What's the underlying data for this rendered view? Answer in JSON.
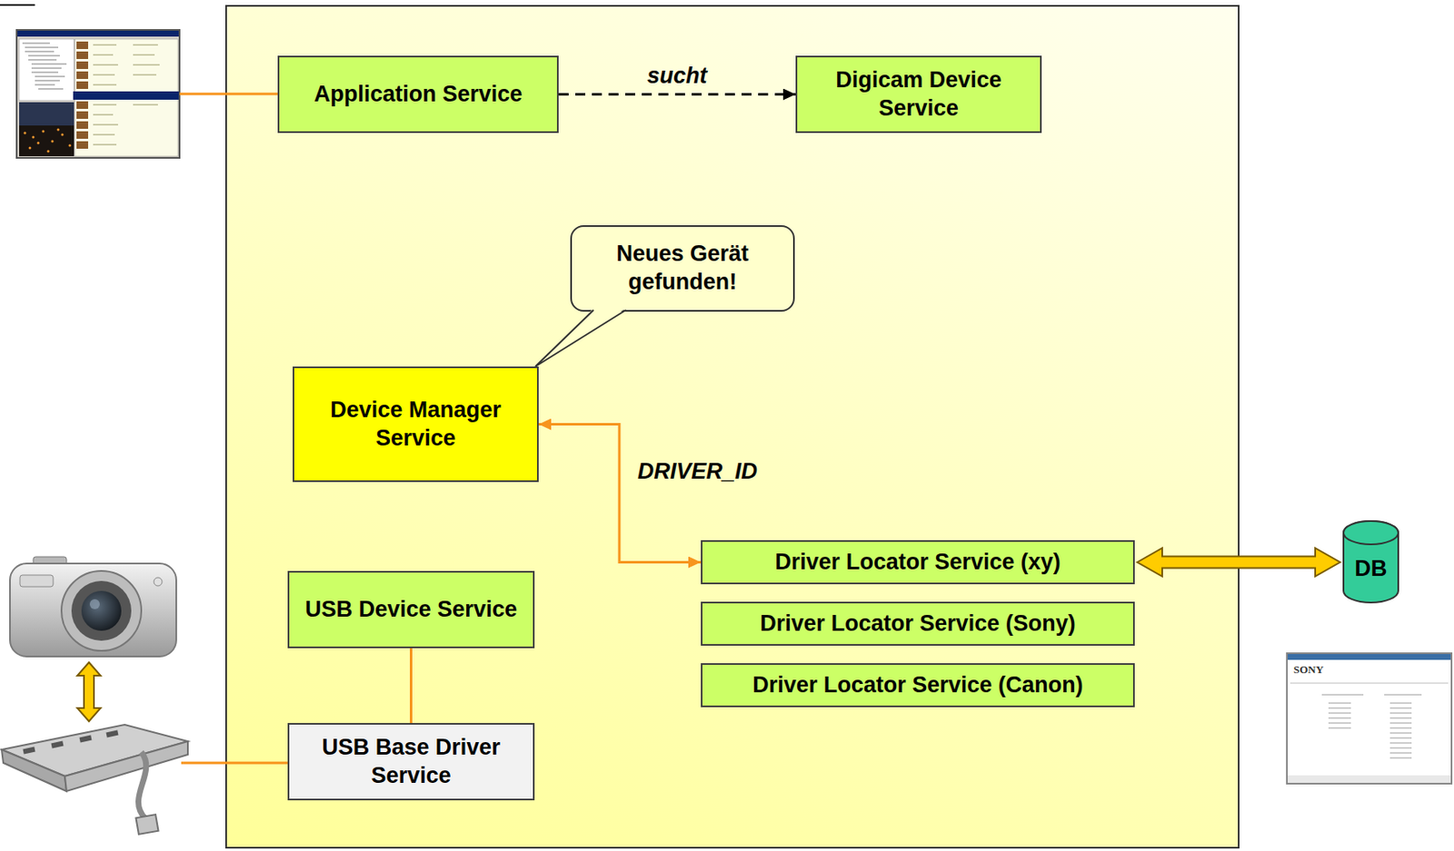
{
  "diagram": {
    "nodes": [
      {
        "text": [
          "Application Service"
        ]
      },
      {
        "text": [
          "Digicam Device Service"
        ]
      },
      {
        "text": [
          "Neues Gerät gefunden!"
        ]
      },
      {
        "text": [
          "Device Manager Service"
        ]
      },
      {
        "text": [
          "Driver Locator Service (xy)"
        ]
      },
      {
        "text": [
          "Driver Locator Service (Sony)"
        ]
      },
      {
        "text": [
          "Driver Locator Service (Canon)"
        ]
      },
      {
        "text": [
          "DB"
        ]
      },
      {
        "text": [
          "USB Device Service"
        ]
      },
      {
        "text": [
          "USB Base Driver Service"
        ]
      }
    ],
    "edges": [
      {
        "from": 0,
        "to": 1,
        "label": "sucht",
        "arrow": "to"
      },
      {
        "from": 3,
        "to": 4,
        "label": "DRIVER_ID",
        "arrow": "both"
      },
      {
        "from": 4,
        "to": 7,
        "arrow": "both"
      },
      {
        "from": 8,
        "to": 9,
        "arrow": "none"
      }
    ],
    "labels": [
      "SONY"
    ]
  }
}
